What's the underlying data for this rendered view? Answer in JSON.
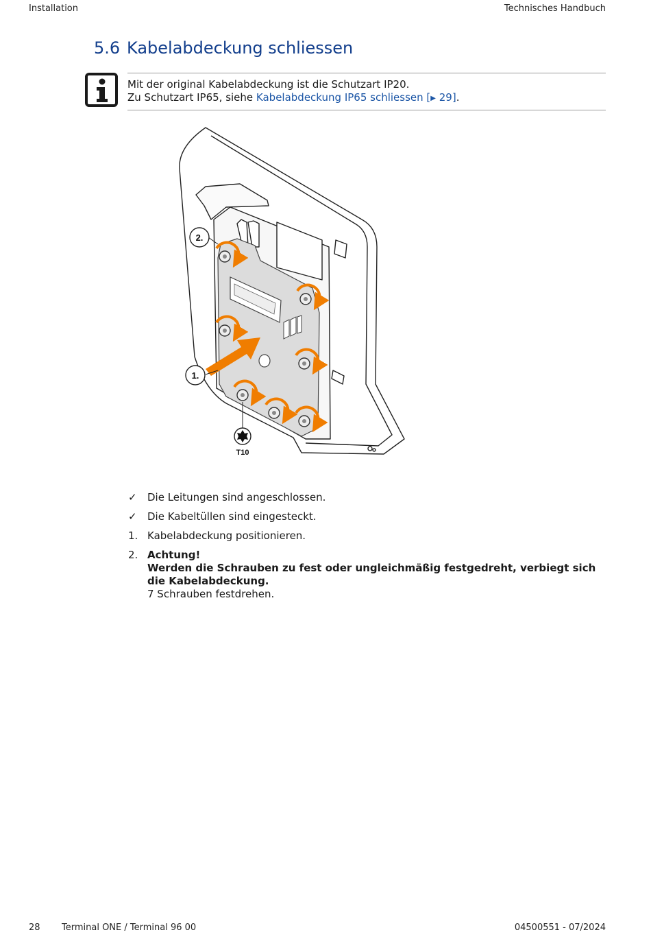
{
  "header": {
    "left": "Installation",
    "right": "Technisches Handbuch"
  },
  "section": {
    "number": "5.6",
    "title": "Kabelabdeckung schliessen"
  },
  "info": {
    "icon": "info-icon",
    "line1": "Mit der original Kabelabdeckung ist die Schutzart IP20.",
    "line2_prefix": "Zu Schutzart IP65, siehe ",
    "link_text": "Kabelabdeckung IP65 schliessen [",
    "link_arrow": "▶",
    "link_page": " 29]",
    "line2_suffix": "."
  },
  "figure": {
    "callout_1": "1.",
    "callout_2": "2.",
    "tool_label": "T10",
    "accent_color": "#f07d00",
    "cover_color": "#dcdcdc"
  },
  "steps": [
    {
      "marker": "✓",
      "text": "Die Leitungen sind angeschlossen."
    },
    {
      "marker": "✓",
      "text": "Die Kabeltüllen sind eingesteckt."
    },
    {
      "marker": "1.",
      "text": "Kabelabdeckung positionieren."
    },
    {
      "marker": "2.",
      "warning_title": "Achtung!",
      "warning_text": "Werden die Schrauben zu fest oder ungleichmäßig festgedreht, verbiegt sich die Kabelabdeckung.",
      "text": "7 Schrauben festdrehen."
    }
  ],
  "footer": {
    "page": "28",
    "document": "Terminal ONE / Terminal 96 00",
    "code": "04500551 - 07/2024"
  }
}
